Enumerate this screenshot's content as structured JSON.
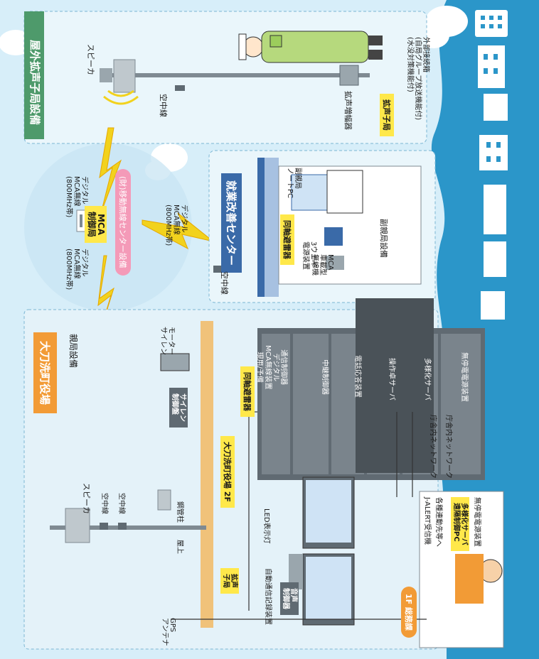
{
  "colors": {
    "sky": "#d7eef9",
    "panel_fill": "#dfeff8",
    "green_header": "#4e9a6b",
    "orange_header": "#f29b36",
    "blue_header": "#3a6aa8",
    "yellow_label": "#ffe84a",
    "pink_label": "#f49ab8",
    "rack": "#606a72",
    "city": "#2b96c9",
    "tower": "#7f8a92",
    "person_shirt": "#b6d97d"
  },
  "outdoor_station": {
    "title": "屋外拡声子局設備",
    "speaker_label": "スピーカ",
    "antenna_label": "空中線",
    "amplifier_label": "拡声増幅器",
    "substation_badge": "拡声子局",
    "cabinet_note": "外部接続箱\n(自局グループ放送機能付)\n(水没対策機能付)"
  },
  "wireless": {
    "link_label_1": "デジタル\nMCA無線\n(800MHz帯)",
    "link_label_2": "デジタル\nMCA無線\n(800MHz帯)",
    "link_label_3": "デジタル\nMCA無線\n(800MHz帯)",
    "center_name": "(財)移動無線センター設備",
    "control_station": "MCA\n制御局"
  },
  "employment_center": {
    "title": "就業改善センター",
    "antenna_label": "空中線",
    "coax_badge": "同軸避雷器",
    "radio_label": "MCA\n車載型\n無線機",
    "power_label": "3ウェイ\n電源装置",
    "sub_station_pc": "副親局\nノートPC",
    "sub_station_equipment": "副親局設備"
  },
  "town_hall": {
    "title": "大刀洗町役場",
    "master_equipment": "親局設備",
    "siren_label": "モーター\nサイレン",
    "siren_control": "サイレン\n制御盤",
    "floor_2f": "大刀洗町役場 2F",
    "coax_badge": "同軸避雷器",
    "rack_units": [
      "通信制御器\nデジタル\nMCA無線装置\n現用/予備",
      "中継制御器",
      "電話応答装置",
      "操作卓サーバ",
      "多様化サーバ",
      "無停電電源装置"
    ],
    "network_1": "庁舎内ネットワーク",
    "network_2": "庁舎内ネットワーク",
    "speaker_label": "スピーカ",
    "antenna_1": "空中線",
    "antenna_2": "空中線",
    "roof_label": "屋上",
    "pole_label": "鋼管柱",
    "led_label": "LED表示灯",
    "audio_controller": "音声\n制御器",
    "recorder_label": "自動通信記録装置",
    "substation_badge": "拡声\n子局",
    "gps_label": "GPS\nアンテナ"
  },
  "general_affairs": {
    "title": "1F 総務課",
    "items": [
      "J-ALERT受信機",
      "各種連動先等へ",
      "多様化サーバ\n遠隔制御PC",
      "無停電電源装置"
    ]
  }
}
